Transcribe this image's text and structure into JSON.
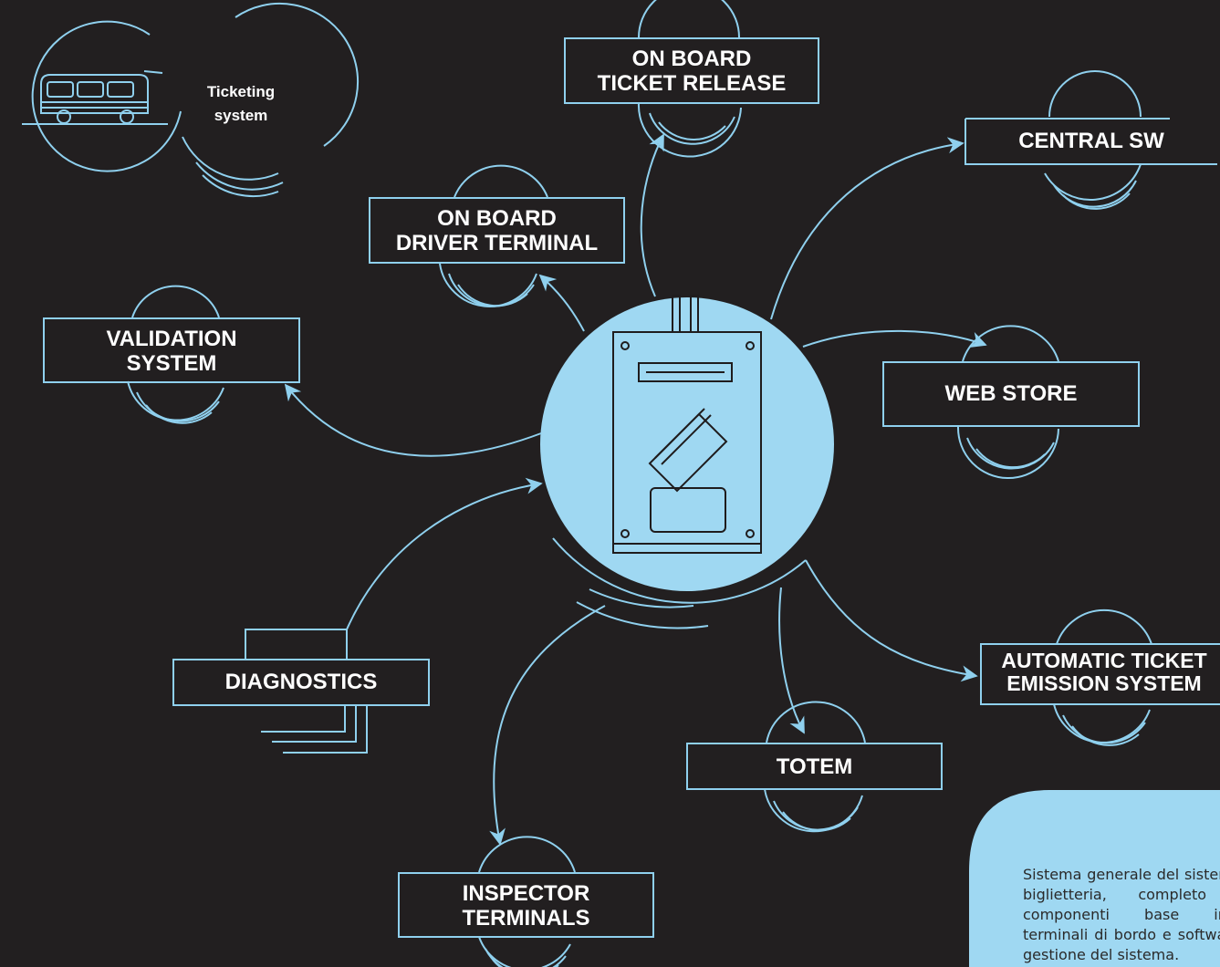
{
  "logo": {
    "title_line1": "Ticketing",
    "title_line2": "system",
    "icon": "bus-icon"
  },
  "center": {
    "icon": "ticket-machine-icon"
  },
  "nodes": {
    "on_board_ticket_release": {
      "line1": "ON BOARD",
      "line2": "TICKET RELEASE"
    },
    "central_sw": {
      "line1": "CENTRAL SW"
    },
    "on_board_driver_terminal": {
      "line1": "ON BOARD",
      "line2": "DRIVER TERMINAL"
    },
    "validation_system": {
      "line1": "VALIDATION",
      "line2": "SYSTEM"
    },
    "web_store": {
      "line1": "WEB STORE"
    },
    "diagnostics": {
      "line1": "DIAGNOSTICS"
    },
    "automatic_ticket_emission": {
      "line1": "AUTOMATIC TICKET",
      "line2": "EMISSION SYSTEM"
    },
    "totem": {
      "line1": "TOTEM"
    },
    "inspector_terminals": {
      "line1": "INSPECTOR",
      "line2": "TERMINALS"
    }
  },
  "info_panel": {
    "text": "Sistema generale del sistema di biglietteria, completo dei componenti base inclusi terminali di bordo e software di gestione del sistema."
  },
  "colors": {
    "background": "#221f20",
    "line": "#8fd0ee",
    "accent_fill": "#9fd8f2",
    "label_text": "#ffffff"
  }
}
